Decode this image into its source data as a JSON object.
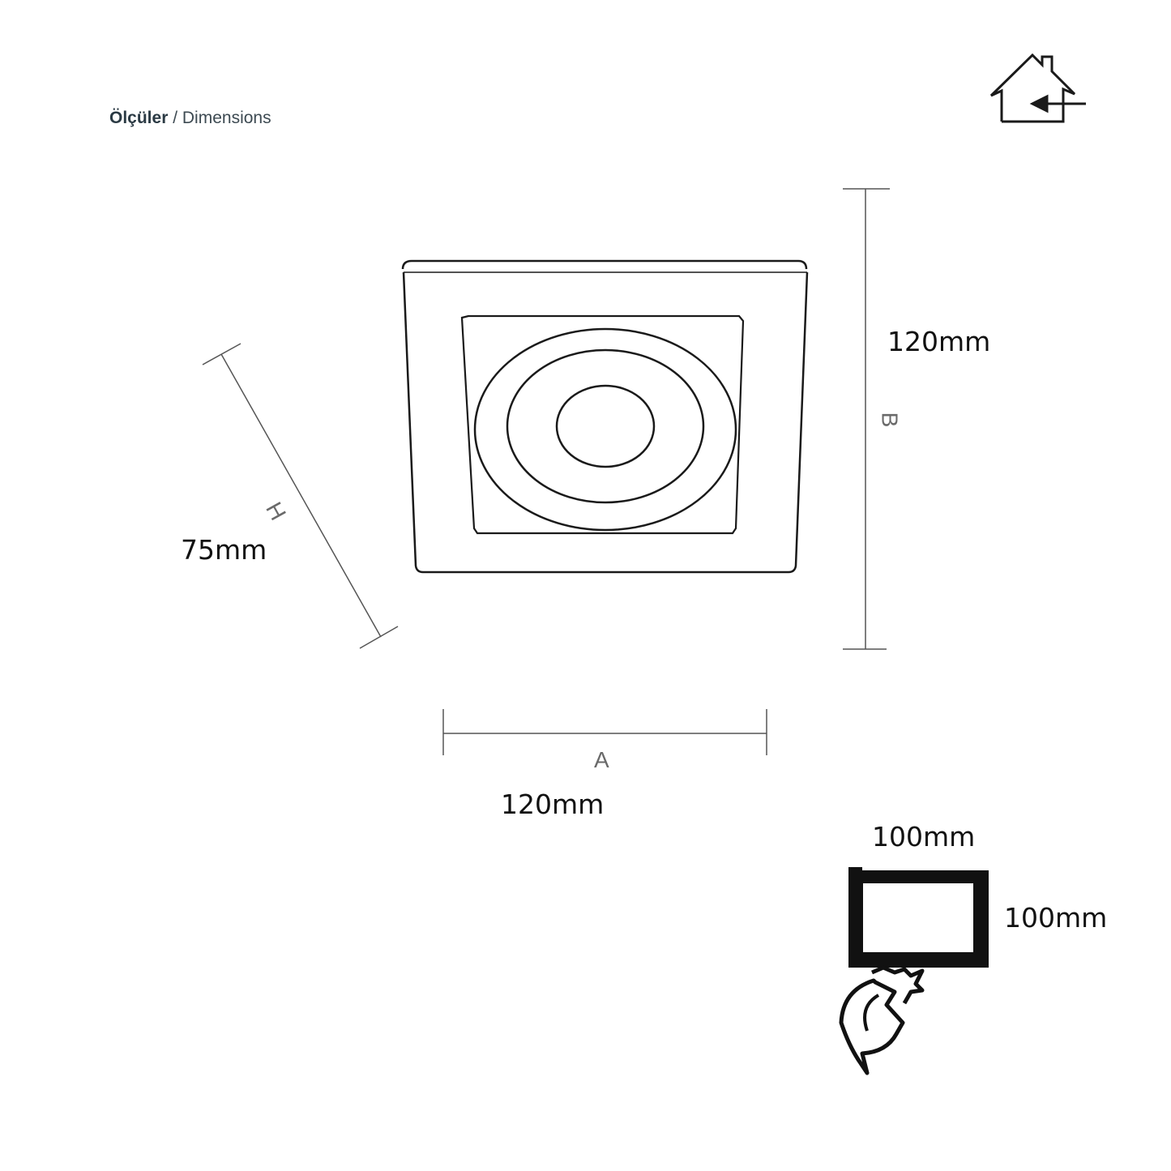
{
  "header": {
    "title_tr": "Ölçüler",
    "separator": " / ",
    "title_en": "Dimensions"
  },
  "dimensions": {
    "width_label": "120mm",
    "width_letter": "A",
    "length_label": "120mm",
    "length_letter": "B",
    "height_label": "75mm",
    "height_letter": "H"
  },
  "cutout": {
    "width_label": "100mm",
    "height_label": "100mm"
  },
  "icons": {
    "indoor": "house-indoor-icon",
    "drill": "hole-saw-icon"
  },
  "colors": {
    "line": "#1a1a1a",
    "dimension_line": "#555555",
    "text": "#111111"
  }
}
